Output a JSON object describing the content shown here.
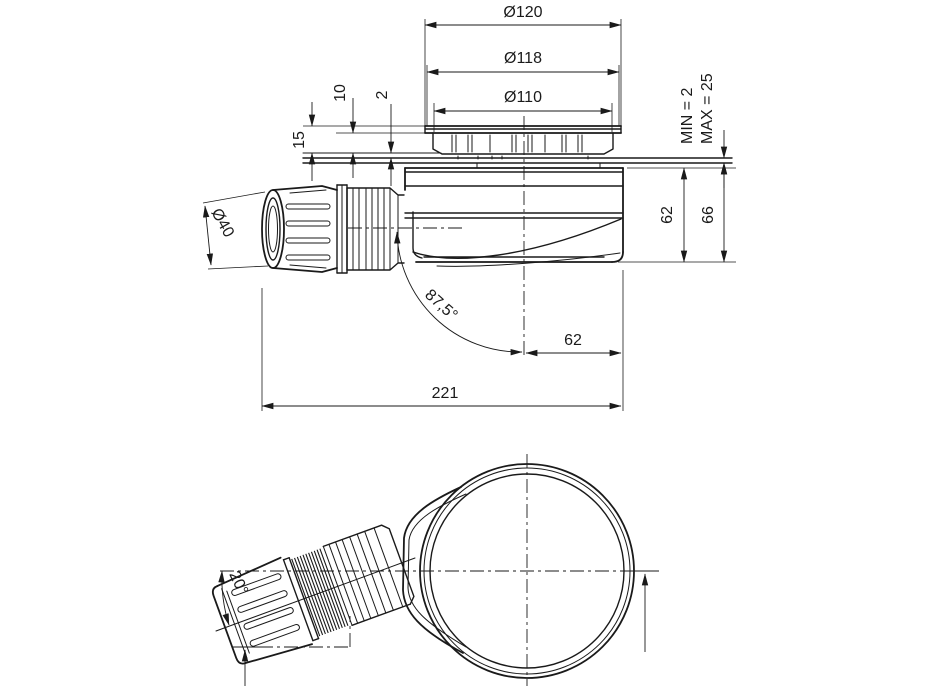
{
  "meta": {
    "ink_color": "#1a1a1a",
    "background_color": "#ffffff"
  },
  "dimensions": {
    "dia_flange": "Ø120",
    "dia_seal": "Ø118",
    "dia_strainer": "Ø110",
    "height_10": "10",
    "gap_2": "2",
    "height_15": "15",
    "tray_min": "MIN = 2",
    "tray_max": "MAX = 25",
    "body_height_62": "62",
    "body_height_66": "66",
    "outlet_dia": "Ø40",
    "outlet_angle": "87,5°",
    "offset_62": "62",
    "overall_width_221": "221",
    "plan_angle": "20°"
  }
}
